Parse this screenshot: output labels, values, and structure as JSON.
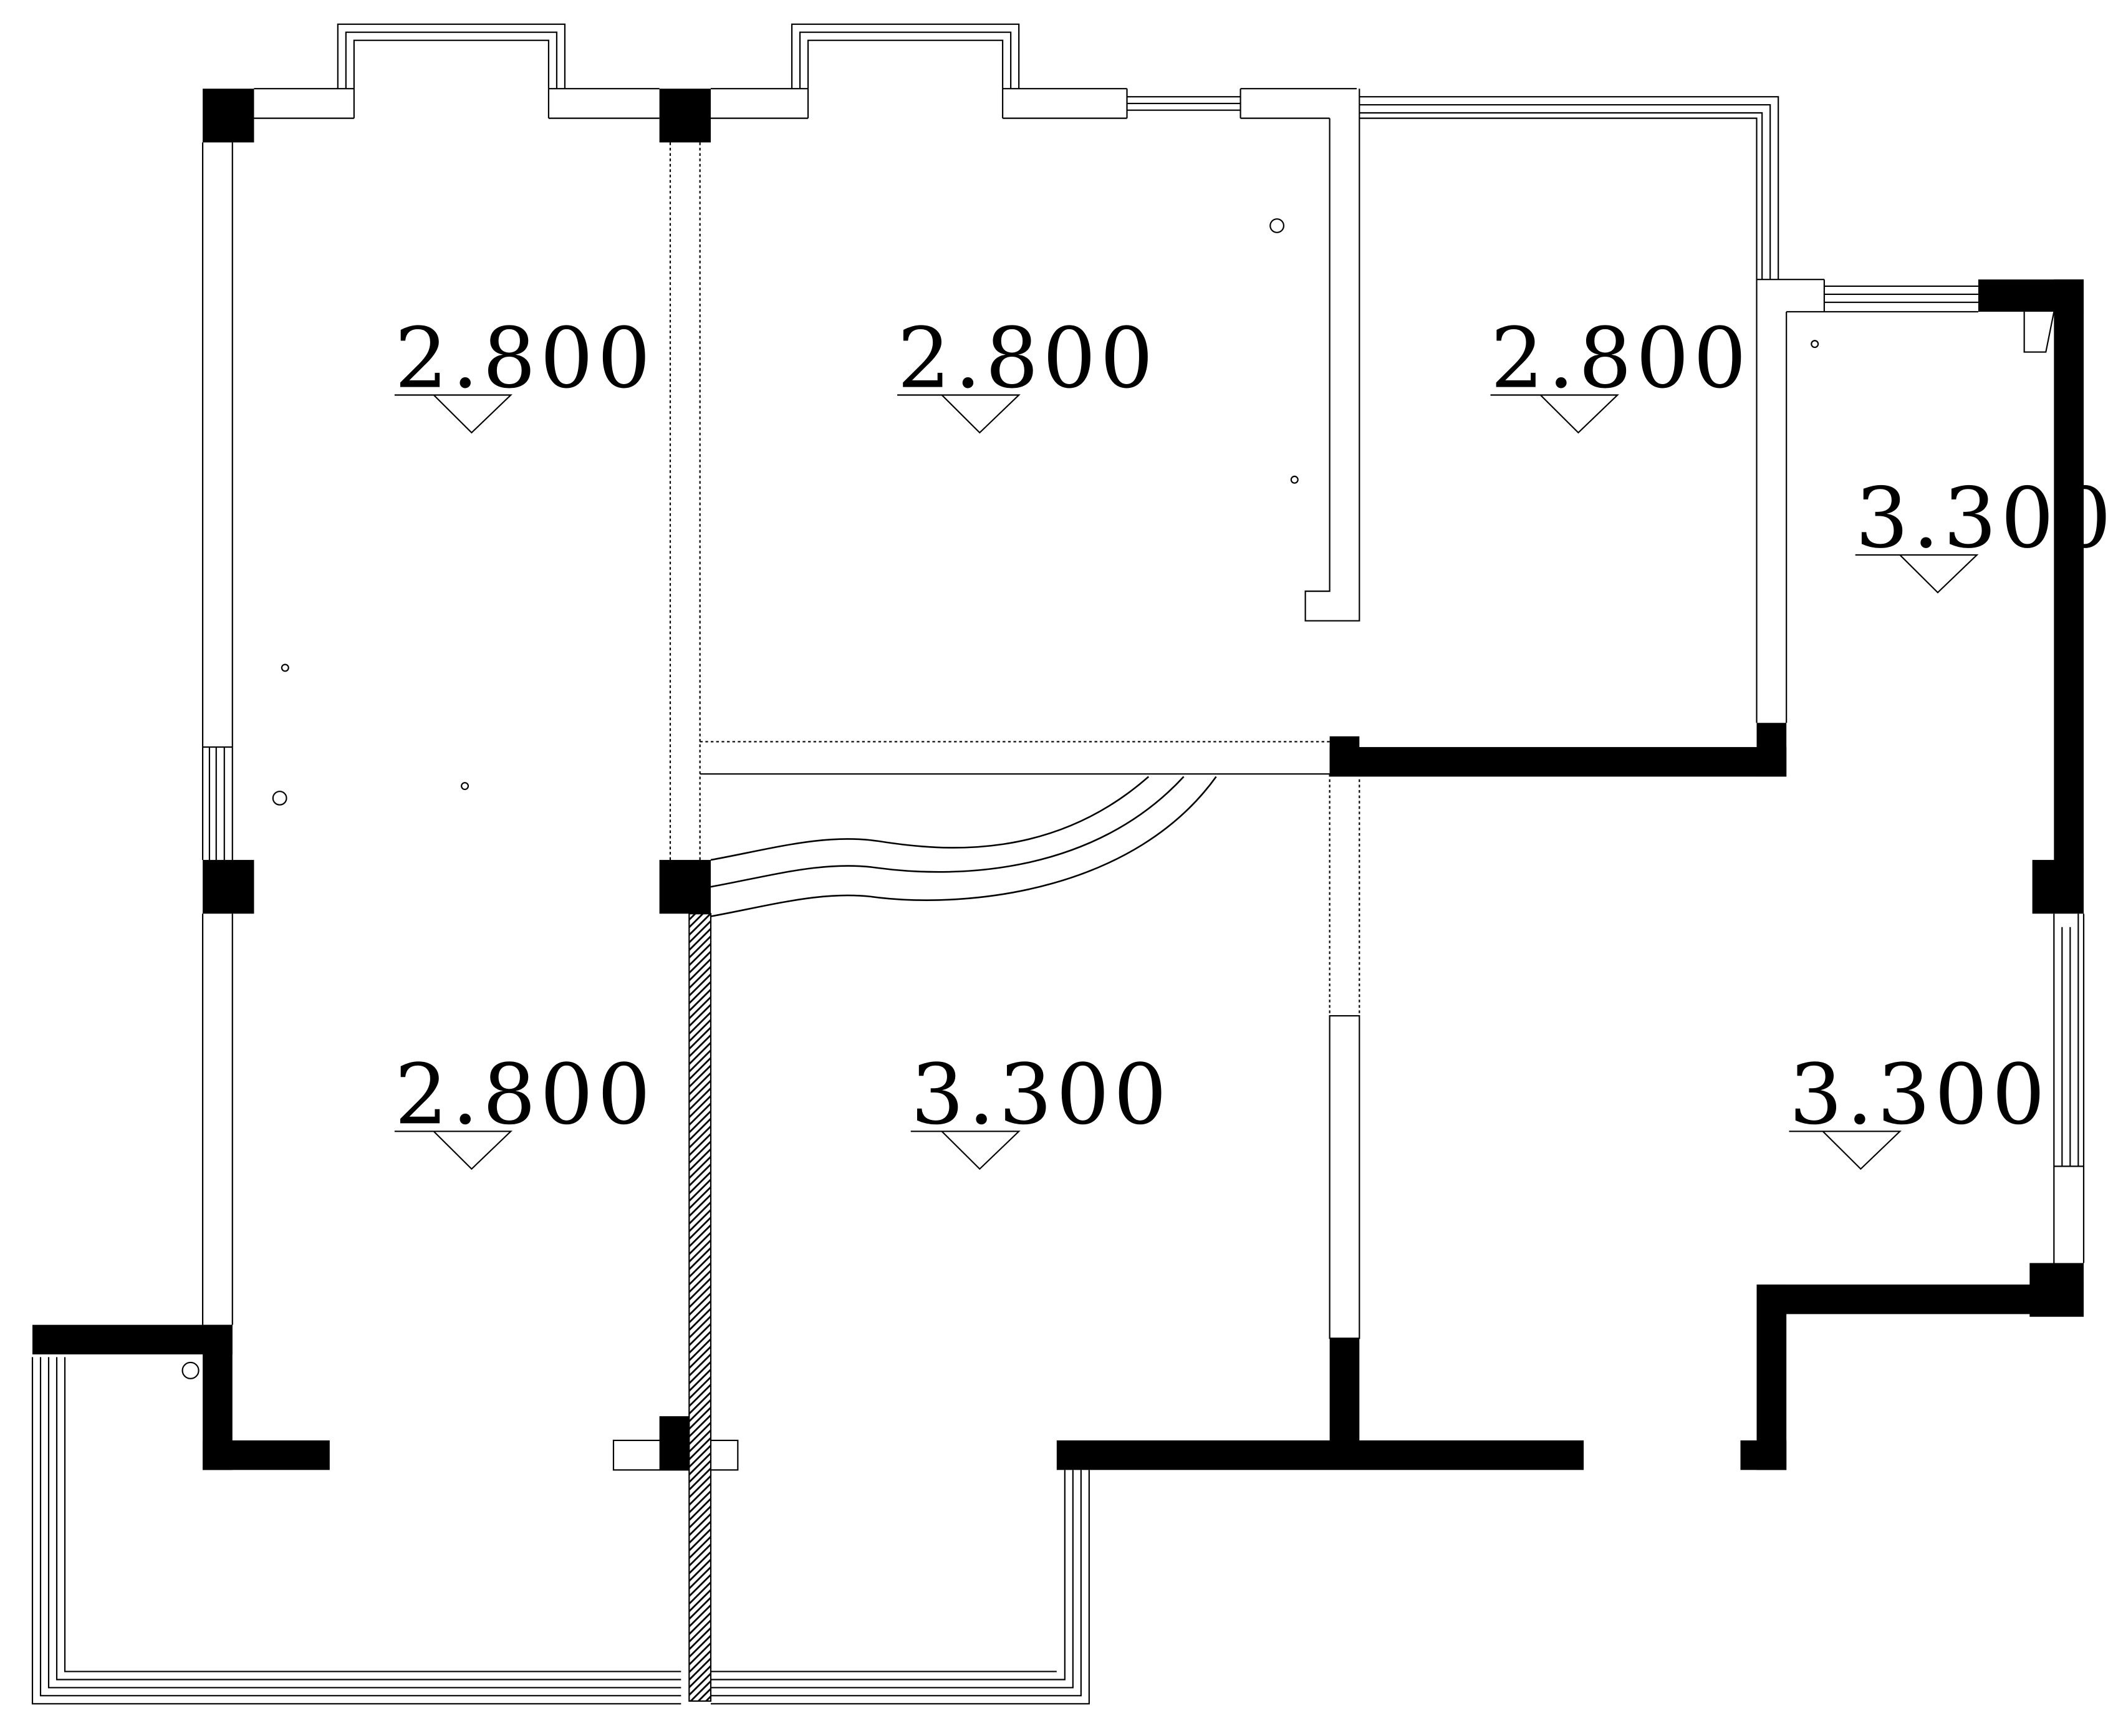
{
  "plan": {
    "level_markers": [
      {
        "label": "2.800"
      },
      {
        "label": "2.800"
      },
      {
        "label": "2.800"
      },
      {
        "label": "3.300"
      },
      {
        "label": "2.800"
      },
      {
        "label": "3.300"
      },
      {
        "label": "3.300"
      }
    ]
  }
}
